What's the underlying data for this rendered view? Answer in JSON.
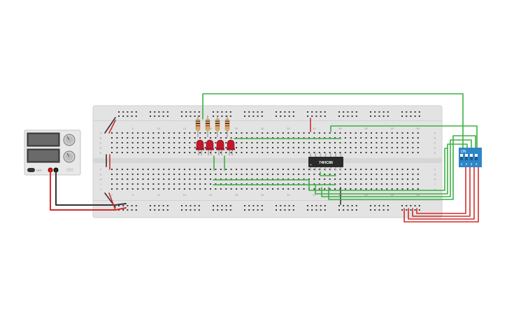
{
  "power_supply": {
    "knob1_label": "",
    "knob2_label": "",
    "button_label": "OFF"
  },
  "chip": {
    "label": "74HC86"
  },
  "dip_switch": {
    "on_label": "ON",
    "switch_numbers": [
      "1",
      "2",
      "3",
      "4"
    ]
  },
  "breadboard": {
    "column_numbers": [
      "1",
      "5",
      "10",
      "15",
      "20",
      "25",
      "30",
      "35",
      "40",
      "45",
      "50",
      "55",
      "60"
    ],
    "row_letters_top": [
      "A",
      "B",
      "C",
      "D",
      "E"
    ],
    "row_letters_bottom": [
      "F",
      "G",
      "H",
      "I",
      "J"
    ]
  },
  "colors": {
    "board": "#e3e3e3",
    "hole": "#3a3a3a",
    "wire_green": "#3cb043",
    "wire_red": "#d42a2a",
    "wire_black": "#333333",
    "led_red": "#c0182a",
    "chip_body": "#2b2b2b",
    "dip_body": "#2e86c9"
  }
}
